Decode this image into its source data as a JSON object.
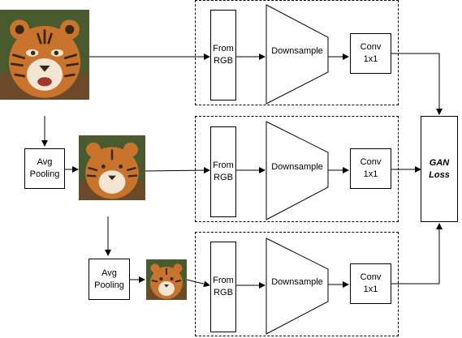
{
  "rows": [
    {
      "from_rgb": "From\nRGB",
      "downsample": "Downsample",
      "conv": "Conv\n1x1"
    },
    {
      "avg_pool": "Avg\nPooling",
      "from_rgb": "From\nRGB",
      "downsample": "Downsample",
      "conv": "Conv\n1x1"
    },
    {
      "avg_pool": "Avg\nPooling",
      "from_rgb": "From\nRGB",
      "downsample": "Downsample",
      "conv": "Conv\n1x1"
    }
  ],
  "loss": "GAN\nLoss",
  "colors": {
    "line": "#000000",
    "tiger_orange": "#c8742c",
    "tiger_dark": "#3b2614",
    "background": "#4a5a2f"
  }
}
